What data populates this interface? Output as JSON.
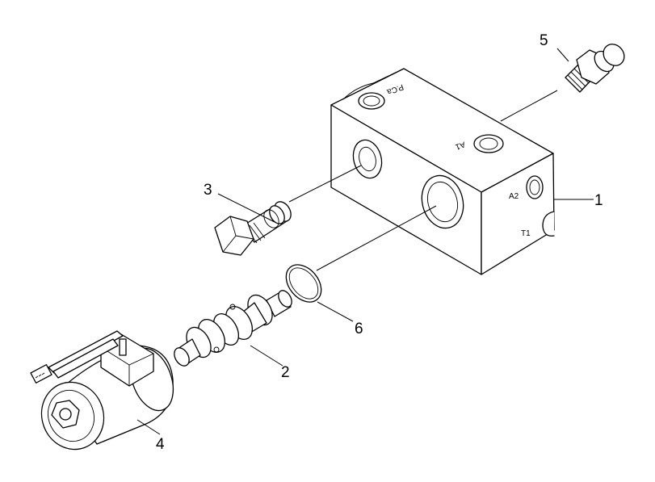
{
  "diagram": {
    "callouts": [
      {
        "id": "1",
        "label": "1"
      },
      {
        "id": "2",
        "label": "2"
      },
      {
        "id": "3",
        "label": "3"
      },
      {
        "id": "4",
        "label": "4"
      },
      {
        "id": "5",
        "label": "5"
      },
      {
        "id": "6",
        "label": "6"
      }
    ],
    "port_labels": {
      "p_top": "P.Ca",
      "a1": "A1",
      "a2": "A2",
      "t1": "T1"
    }
  }
}
